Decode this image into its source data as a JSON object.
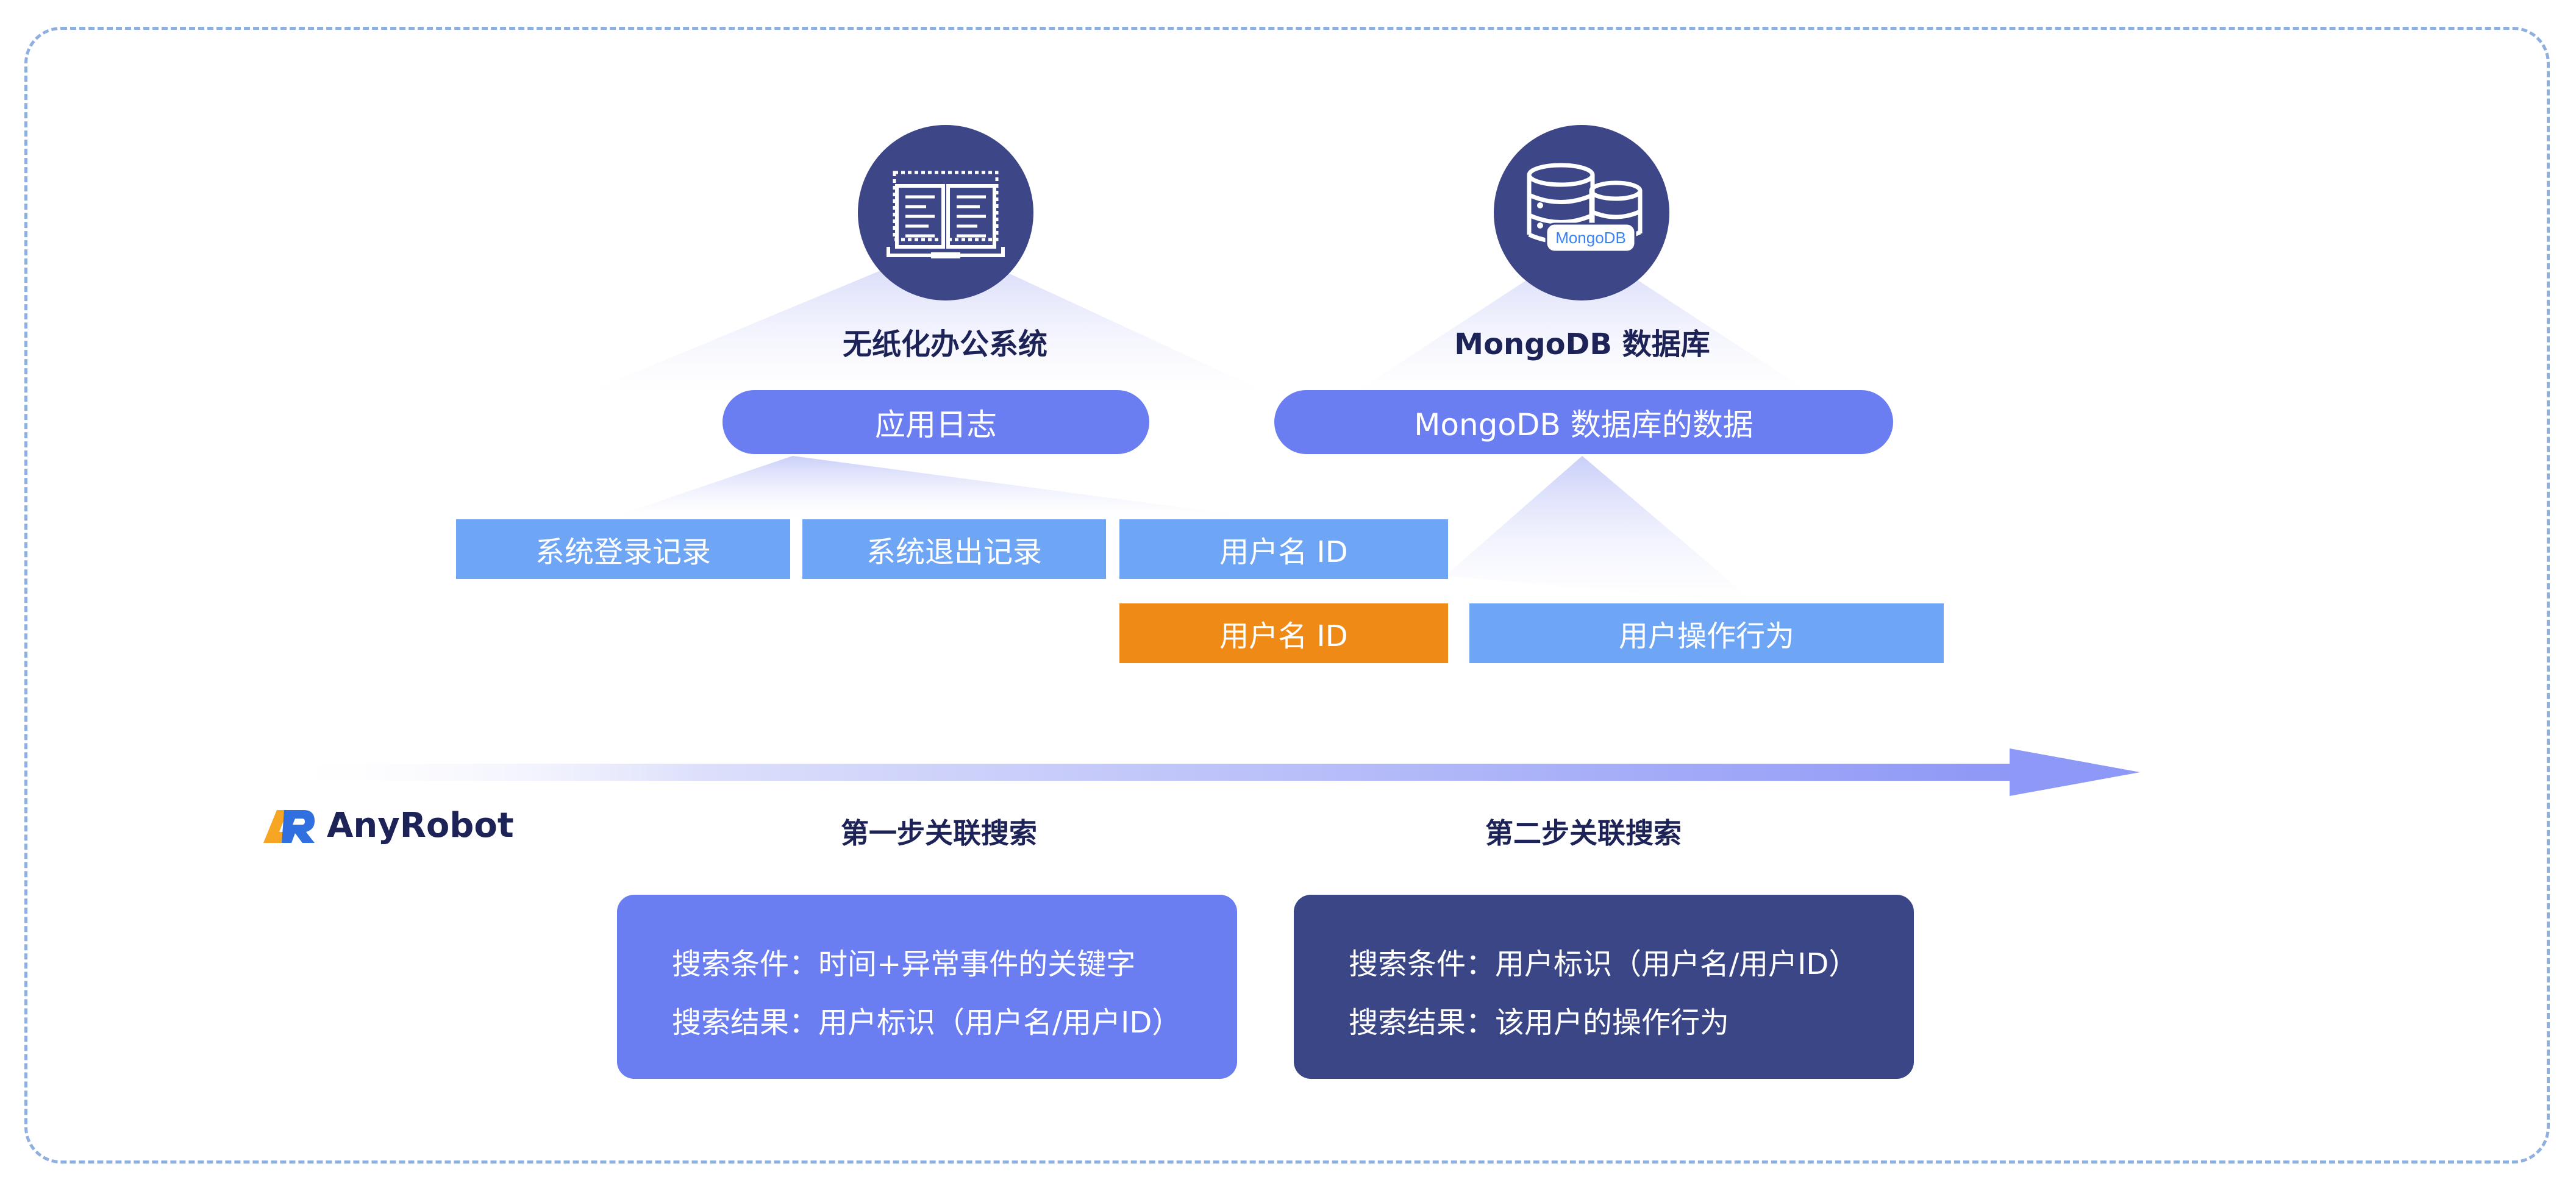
{
  "sources": [
    {
      "title": "无纸化办公系统",
      "icon": "book-log-icon",
      "pill": "应用日志"
    },
    {
      "title": "MongoDB 数据库",
      "icon": "database-icon",
      "icon_label": "MongoDB",
      "pill": "MongoDB 数据库的数据"
    }
  ],
  "fields_row1": [
    "系统登录记录",
    "系统退出记录",
    "用户名 ID"
  ],
  "fields_row2": {
    "highlight": "用户名 ID",
    "operation": "用户操作行为"
  },
  "steps": [
    {
      "label": "第一步关联搜索",
      "condition": "搜索条件：时间+异常事件的关键字",
      "result": "搜索结果：用户标识（用户名/用户ID）"
    },
    {
      "label": "第二步关联搜索",
      "condition": "搜索条件：用户标识（用户名/用户ID）",
      "result": "搜索结果：该用户的操作行为"
    }
  ],
  "brand": {
    "name": "AnyRobot"
  },
  "colors": {
    "pill": "#6a7ef1",
    "field": "#6fa5f5",
    "highlight": "#f08a17",
    "icon_circle": "#3d4787",
    "dark_box": "#3b4686",
    "frame": "#8fb0df",
    "arrow": "#8e98f6"
  }
}
